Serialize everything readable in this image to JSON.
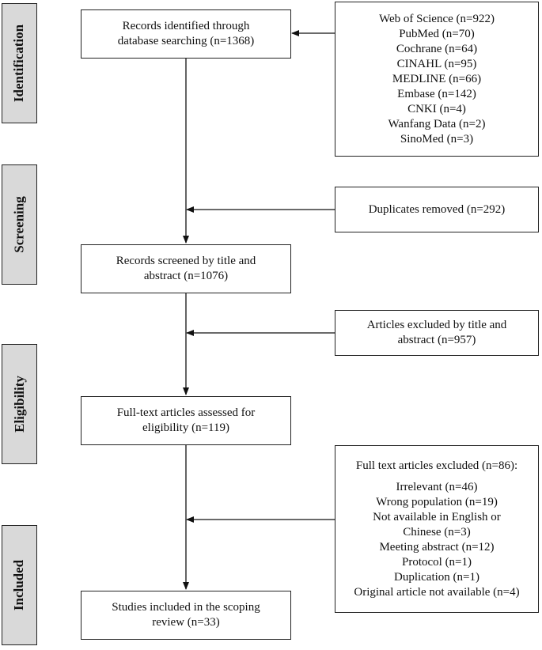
{
  "stages": {
    "identification": "Identification",
    "screening": "Screening",
    "eligibility": "Eligibility",
    "included": "Included"
  },
  "boxes": {
    "identified": [
      "Records identified through",
      "database searching (n=1368)"
    ],
    "sources": [
      "Web of Science (n=922)",
      "PubMed (n=70)",
      "Cochrane (n=64)",
      "CINAHL (n=95)",
      "MEDLINE (n=66)",
      "Embase (n=142)",
      "CNKI  (n=4)",
      "Wanfang Data  (n=2)",
      "SinoMed  (n=3)"
    ],
    "duplicates": "Duplicates removed (n=292)",
    "screened": [
      "Records screened by title and",
      "abstract (n=1076)"
    ],
    "excluded_title": [
      "Articles excluded by title and",
      "abstract (n=957)"
    ],
    "fulltext": [
      "Full-text articles assessed for",
      "eligibility (n=119)"
    ],
    "fulltext_excluded": {
      "title": "Full text articles excluded (n=86):",
      "items": [
        "Irrelevant (n=46)",
        "Wrong population (n=19)",
        "Not available in English or",
        "Chinese (n=3)",
        "Meeting abstract (n=12)",
        "Protocol (n=1)",
        "Duplication (n=1)",
        "Original article not available (n=4)"
      ]
    },
    "included": [
      "Studies included in the scoping",
      "review (n=33)"
    ]
  }
}
